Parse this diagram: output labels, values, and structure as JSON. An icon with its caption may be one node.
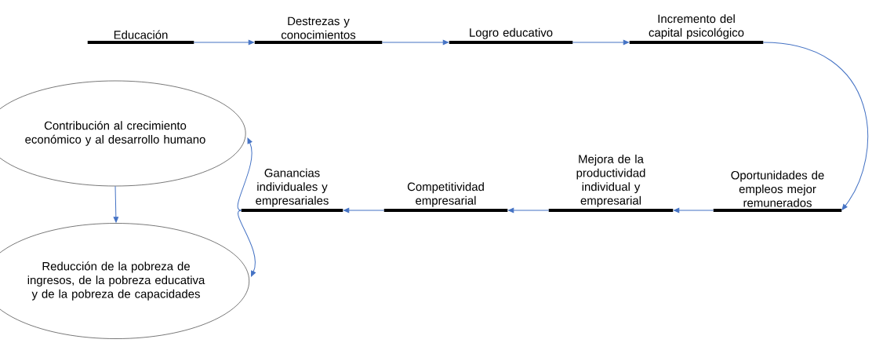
{
  "diagram": {
    "nodes": [
      {
        "text": [
          "Educación"
        ]
      },
      {
        "text": [
          "Destrezas y conocimientos"
        ]
      },
      {
        "text": [
          "Logro educativo"
        ]
      },
      {
        "text": [
          "Incremento del capital psicológico"
        ]
      },
      {
        "text": [
          "Contribución al crecimiento económico y al desarrollo humano"
        ]
      },
      {
        "text": [
          "Ganancias individuales y empresariales"
        ]
      },
      {
        "text": [
          "Competitividad empresarial"
        ]
      },
      {
        "text": [
          "Mejora de la productividad individual y empresarial"
        ]
      },
      {
        "text": [
          "Oportunidades de empleos mejor remunerados"
        ]
      },
      {
        "text": [
          "Reducción de la pobreza de ingresos, de la pobreza educativa y de la pobreza de capacidades"
        ]
      }
    ],
    "edges": [
      {
        "from": 0,
        "to": 1,
        "arrow": "to"
      },
      {
        "from": 1,
        "to": 2,
        "arrow": "to"
      },
      {
        "from": 2,
        "to": 3,
        "arrow": "to"
      },
      {
        "from": 3,
        "to": 8,
        "arrow": "to"
      },
      {
        "from": 8,
        "to": 7,
        "arrow": "to"
      },
      {
        "from": 7,
        "to": 6,
        "arrow": "to"
      },
      {
        "from": 6,
        "to": 5,
        "arrow": "to"
      },
      {
        "from": 5,
        "to": 4,
        "arrow": "to"
      },
      {
        "from": 5,
        "to": 9,
        "arrow": "to"
      },
      {
        "from": 4,
        "to": 9,
        "arrow": "to"
      }
    ]
  }
}
